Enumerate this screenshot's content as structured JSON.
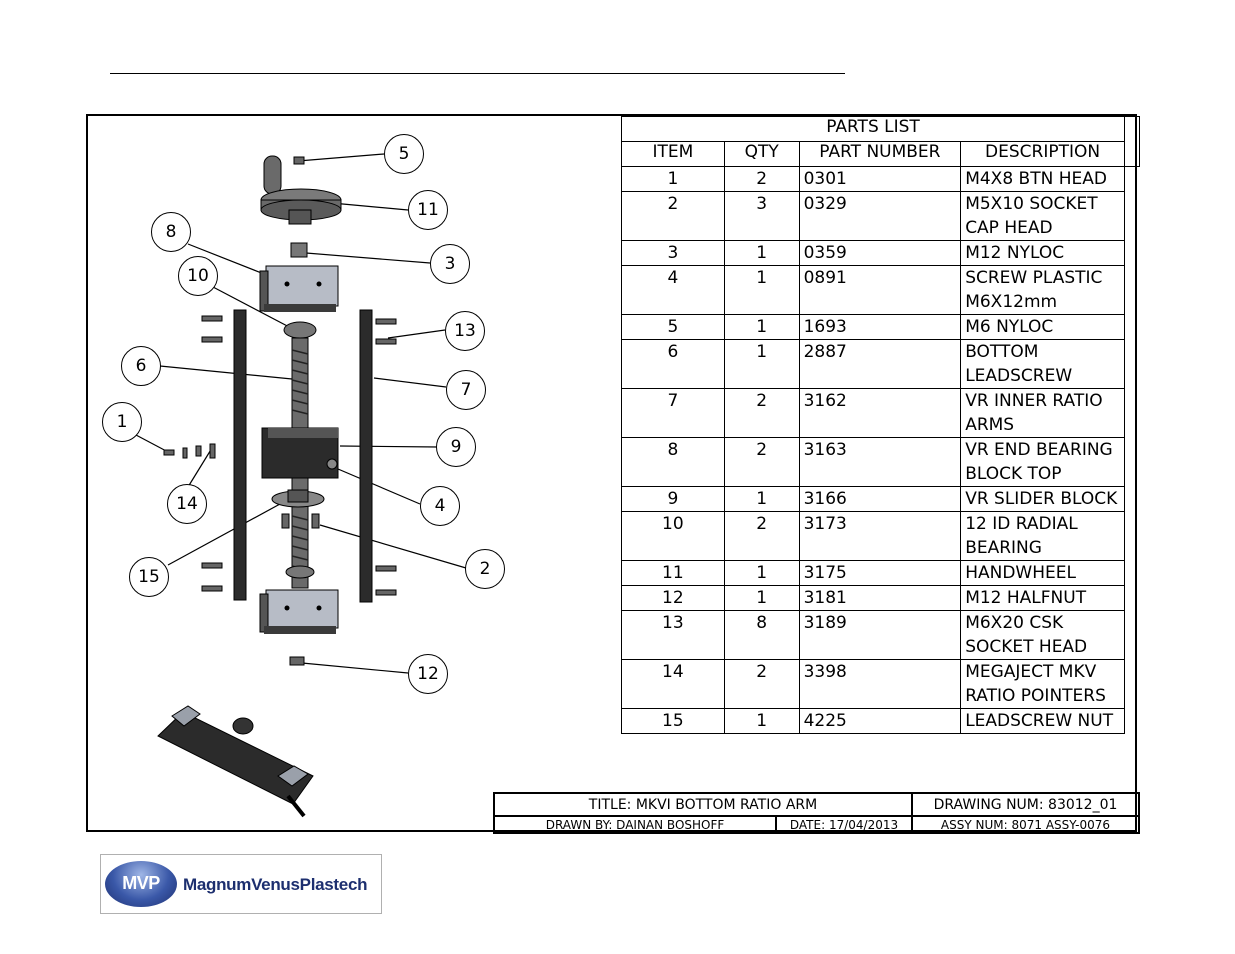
{
  "parts_list": {
    "title": "PARTS LIST",
    "headers": [
      "ITEM",
      "QTY",
      "PART NUMBER",
      "DESCRIPTION"
    ],
    "rows": [
      {
        "item": "1",
        "qty": "2",
        "part": "0301",
        "desc": "M4X8 BTN HEAD"
      },
      {
        "item": "2",
        "qty": "3",
        "part": "0329",
        "desc": "M5X10 SOCKET CAP HEAD"
      },
      {
        "item": "3",
        "qty": "1",
        "part": "0359",
        "desc": "M12 NYLOC"
      },
      {
        "item": "4",
        "qty": "1",
        "part": "0891",
        "desc": "SCREW PLASTIC M6X12mm"
      },
      {
        "item": "5",
        "qty": "1",
        "part": "1693",
        "desc": "M6 NYLOC"
      },
      {
        "item": "6",
        "qty": "1",
        "part": "2887",
        "desc": "BOTTOM LEADSCREW"
      },
      {
        "item": "7",
        "qty": "2",
        "part": "3162",
        "desc": "VR INNER RATIO ARMS"
      },
      {
        "item": "8",
        "qty": "2",
        "part": "3163",
        "desc": "VR END BEARING BLOCK TOP"
      },
      {
        "item": "9",
        "qty": "1",
        "part": "3166",
        "desc": "VR SLIDER BLOCK"
      },
      {
        "item": "10",
        "qty": "2",
        "part": "3173",
        "desc": "12 ID RADIAL BEARING"
      },
      {
        "item": "11",
        "qty": "1",
        "part": "3175",
        "desc": "HANDWHEEL"
      },
      {
        "item": "12",
        "qty": "1",
        "part": "3181",
        "desc": "M12 HALFNUT"
      },
      {
        "item": "13",
        "qty": "8",
        "part": "3189",
        "desc": "M6X20 CSK SOCKET HEAD"
      },
      {
        "item": "14",
        "qty": "2",
        "part": "3398",
        "desc": "MEGAJECT MKV RATIO POINTERS"
      },
      {
        "item": "15",
        "qty": "1",
        "part": "4225",
        "desc": "LEADSCREW NUT"
      }
    ]
  },
  "title_block": {
    "title": "TITLE: MKVI BOTTOM RATIO ARM",
    "drawing_num": "DRAWING NUM: 83012_01",
    "drawn_by": "DRAWN BY: DAINAN BOSHOFF",
    "date": "DATE: 17/04/2013",
    "assy_num": "ASSY NUM: 8071 ASSY-0076"
  },
  "callouts": [
    "5",
    "11",
    "8",
    "3",
    "10",
    "13",
    "6",
    "7",
    "1",
    "9",
    "14",
    "4",
    "2",
    "15",
    "12"
  ],
  "logo": {
    "badge": "MVP",
    "name": "MagnumVenusPlastech"
  },
  "colors": {
    "part_dark": "#2b2b2b",
    "part_block": "#b7bcc6",
    "logo_blue": "#1d2f6f"
  }
}
